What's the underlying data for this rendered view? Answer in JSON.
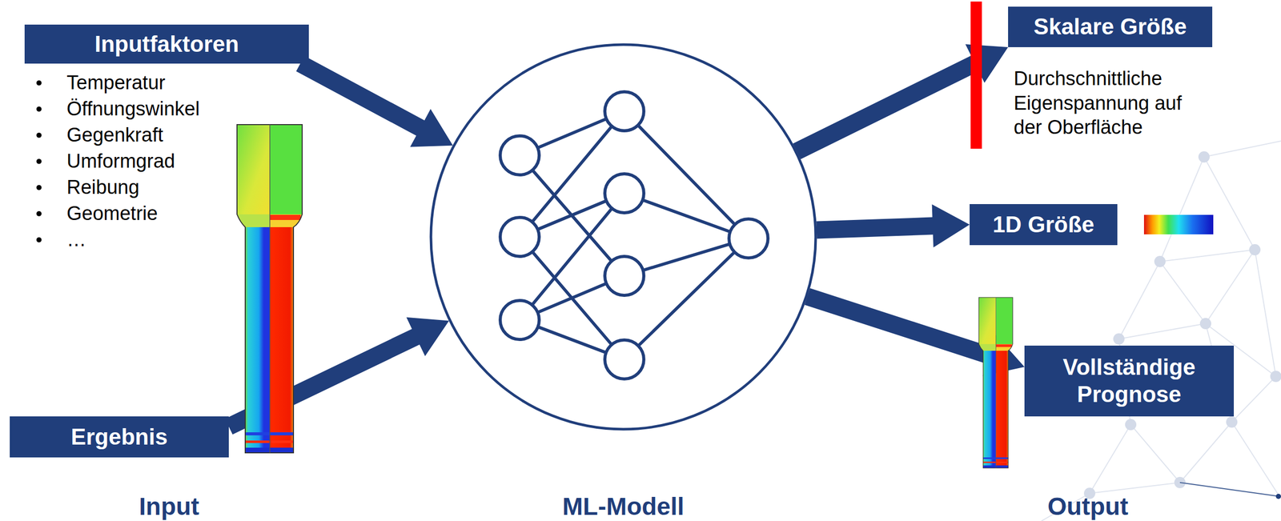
{
  "diagram": {
    "nodes": [
      {
        "text": [
          "Inputfaktoren"
        ]
      },
      {
        "text": [
          "Ergebnis"
        ]
      },
      {
        "text": [
          "ML-Modell"
        ]
      },
      {
        "text": [
          "Skalare Größe"
        ]
      },
      {
        "text": [
          "1D Größe"
        ]
      },
      {
        "text": [
          "Vollständige Prognose"
        ]
      }
    ],
    "edges": [
      {
        "from": 0,
        "to": 2,
        "arrow": "to"
      },
      {
        "from": 1,
        "to": 2,
        "arrow": "to"
      },
      {
        "from": 2,
        "to": 3,
        "arrow": "to"
      },
      {
        "from": 2,
        "to": 4,
        "arrow": "to"
      },
      {
        "from": 2,
        "to": 5,
        "arrow": "to"
      }
    ],
    "labels": [
      "Temperatur",
      "Öffnungswinkel",
      "Gegenkraft",
      "Umformgrad",
      "Reibung",
      "Geometrie",
      "…",
      "Durchschnittliche Eigenspannung auf der Oberfläche",
      "Input",
      "Output"
    ]
  }
}
